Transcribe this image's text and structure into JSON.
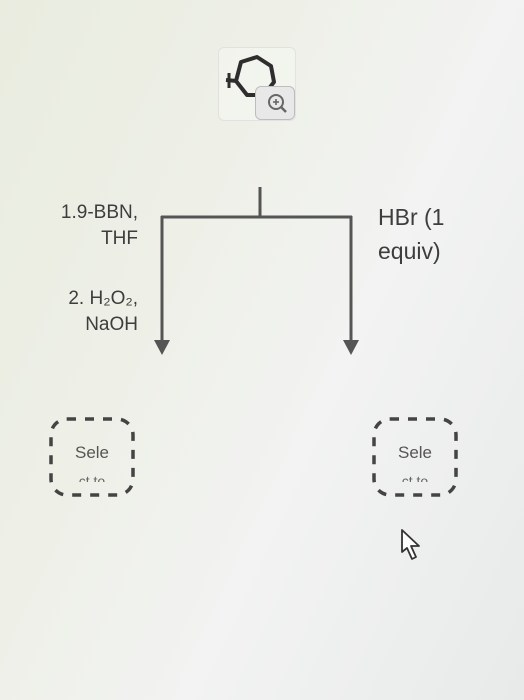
{
  "reaction": {
    "left_reagents": {
      "step1_line1": "1.9-BBN,",
      "step1_line2": "THF",
      "step2_line1": "2. H₂O₂,",
      "step2_line2": "NaOH"
    },
    "right_reagents": {
      "line1": "HBr (1",
      "line2": "equiv)"
    },
    "answer_boxes": [
      {
        "label": "Sele",
        "sublabel": "ct to"
      },
      {
        "label": "Sele",
        "sublabel": "ct to"
      }
    ]
  },
  "icons": {
    "molecule": "cycloheptene-structure-icon",
    "zoom": "magnifier-zoom-icon",
    "cursor": "pointer-hand-cursor-icon"
  },
  "colors": {
    "line": "#555555",
    "dash": "#444444"
  }
}
